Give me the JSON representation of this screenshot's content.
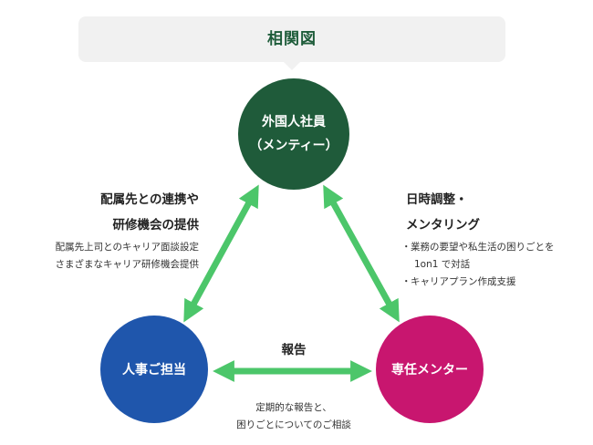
{
  "title": "相関図",
  "colors": {
    "arrow": "#4cc66a",
    "mentee": "#1f5b3a",
    "hr": "#1f56ac",
    "mentor": "#c8166f",
    "title_text": "#1e5c3a",
    "title_bg": "#f1f1f1"
  },
  "nodes": {
    "mentee": {
      "line1": "外国人社員",
      "line2": "（メンティー）"
    },
    "hr": {
      "label": "人事ご担当"
    },
    "mentor": {
      "label": "専任メンター"
    }
  },
  "left_side": {
    "heading_line1": "配属先との連携や",
    "heading_line2": "研修機会の提供",
    "detail_line1": "配属先上司とのキャリア面談設定",
    "detail_line2": "さまざまなキャリア研修機会提供"
  },
  "right_side": {
    "heading_line1": "日時調整・",
    "heading_line2": "メンタリング",
    "bullet": "・",
    "item1_line1": "業務の要望や私生活の困りごとを",
    "item1_line2": "1on1 で対話",
    "item2": "キャリアプラン作成支援"
  },
  "bottom": {
    "heading": "報告",
    "detail_line1": "定期的な報告と、",
    "detail_line2": "困りごとについてのご相談"
  }
}
